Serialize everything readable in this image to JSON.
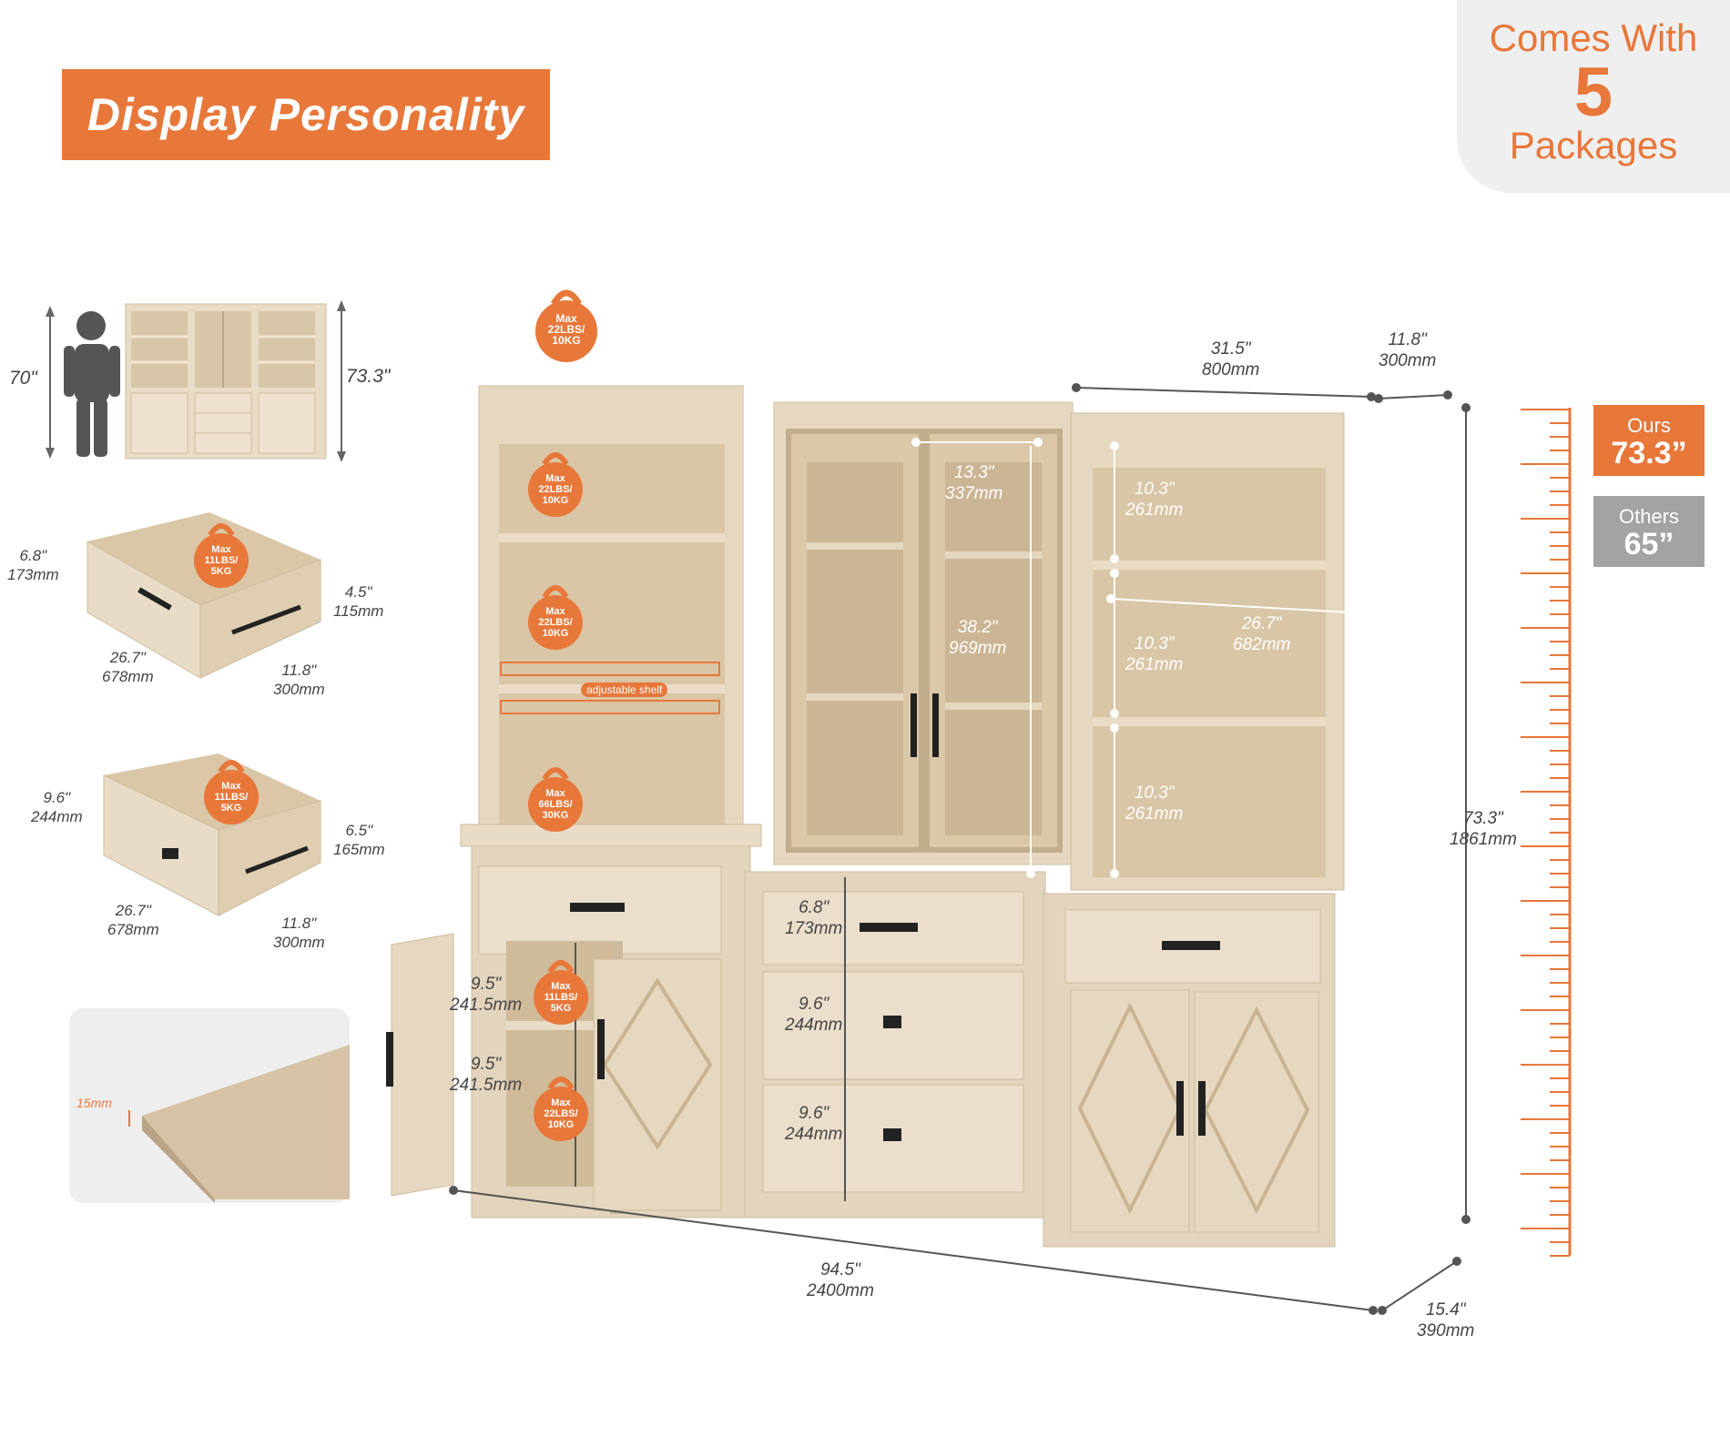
{
  "header": {
    "title": "Display Personality"
  },
  "packages": {
    "line1": "Comes With",
    "count": "5",
    "line3": "Packages"
  },
  "height_compare": {
    "ours_label": "Ours",
    "ours_value": "73.3”",
    "others_label": "Others",
    "others_value": "65”"
  },
  "person_compare": {
    "person_height": "70\"",
    "cabinet_height": "73.3\""
  },
  "top_drawer": {
    "height_in": "6.8\"",
    "height_mm": "173mm",
    "depth_in": "4.5\"",
    "depth_mm": "115mm",
    "width_in": "26.7\"",
    "width_mm": "678mm",
    "side_in": "11.8\"",
    "side_mm": "300mm",
    "weight": [
      "Max",
      "11LBS/",
      "5KG"
    ]
  },
  "lower_drawer": {
    "height_in": "9.6\"",
    "height_mm": "244mm",
    "depth_in": "6.5\"",
    "depth_mm": "165mm",
    "width_in": "26.7\"",
    "width_mm": "678mm",
    "side_in": "11.8\"",
    "side_mm": "300mm",
    "weight": [
      "Max",
      "11LBS/",
      "5KG"
    ]
  },
  "panel": {
    "thickness": "15mm"
  },
  "main": {
    "top_weight": [
      "Max",
      "22LBS/",
      "10KG"
    ],
    "left_weights": [
      [
        "Max",
        "22LBS/",
        "10KG"
      ],
      [
        "Max",
        "22LBS/",
        "10KG"
      ],
      [
        "Max",
        "66LBS/",
        "30KG"
      ]
    ],
    "adjustable_label": "adjustable shelf",
    "hutch_width": {
      "in": "31.5\"",
      "mm": "800mm"
    },
    "hutch_depth": {
      "in": "11.8\"",
      "mm": "300mm"
    },
    "glass_door": {
      "in": "13.3\"",
      "mm": "337mm"
    },
    "glass_height": {
      "in": "38.2\"",
      "mm": "969mm"
    },
    "right_gaps": [
      {
        "in": "10.3\"",
        "mm": "261mm"
      },
      {
        "in": "10.3\"",
        "mm": "261mm"
      },
      {
        "in": "10.3\"",
        "mm": "261mm"
      }
    ],
    "right_shelf_width": {
      "in": "26.7\"",
      "mm": "682mm"
    },
    "total_height": {
      "in": "73.3\"",
      "mm": "1861mm"
    },
    "center_drawers": [
      {
        "in": "6.8\"",
        "mm": "173mm"
      },
      {
        "in": "9.6\"",
        "mm": "244mm"
      },
      {
        "in": "9.6\"",
        "mm": "244mm"
      }
    ],
    "left_cabinet": [
      {
        "in": "9.5\"",
        "mm": "241.5mm"
      },
      {
        "in": "9.5\"",
        "mm": "241.5mm"
      }
    ],
    "cabinet_weights": [
      [
        "Max",
        "11LBS/",
        "5KG"
      ],
      [
        "Max",
        "22LBS/",
        "10KG"
      ]
    ],
    "total_width": {
      "in": "94.5\"",
      "mm": "2400mm"
    },
    "base_depth": {
      "in": "15.4\"",
      "mm": "390mm"
    }
  },
  "colors": {
    "accent": "#e8773a",
    "wood": "#e3d4bd",
    "wood_dark": "#cdbb9f",
    "gray": "#a3a3a3"
  }
}
